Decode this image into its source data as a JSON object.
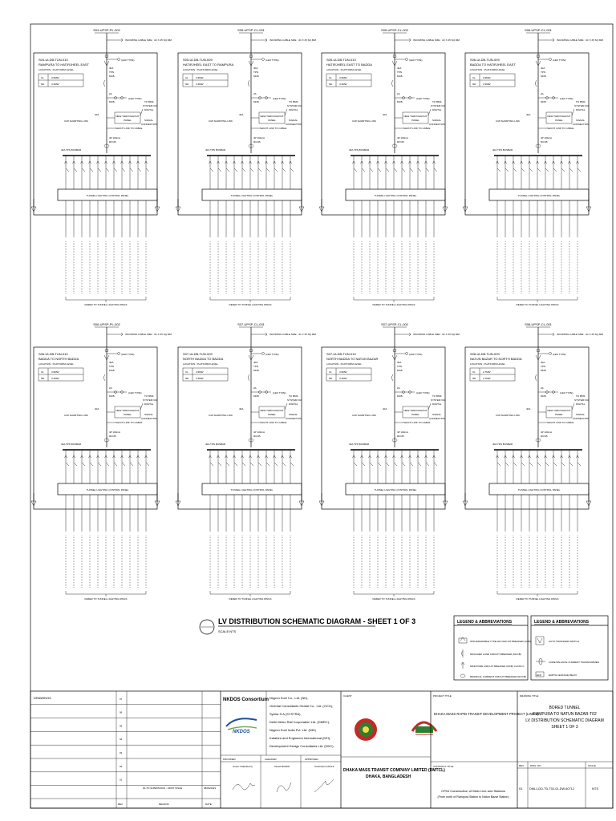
{
  "panels": [
    {
      "supply": "S04-UPSP-PL-002",
      "db": "S04-ULDB-TUN-010",
      "route": "RAMPURA TO HATIRJHEEL EAST",
      "cl": "3.9MW",
      "nd": "3.3MW"
    },
    {
      "supply": "S05-UPSP-CL-001",
      "db": "S05-ULDB-TUN-009",
      "route": "HATIRJHEEL EAST TO RAMPURA",
      "cl": "3.9MW",
      "nd": "3.3MW"
    },
    {
      "supply": "S05-UPSP-CL-002",
      "db": "S05-ULDB-TUN-010",
      "route": "HATIRJHEEL EAST TO BADDA",
      "cl": "3.9MW",
      "nd": "3.3MW"
    },
    {
      "supply": "S06-UPSP-CL-001",
      "db": "S06-ULDB-TUN-009",
      "route": "BADDA TO HATIRJHEEL EAST",
      "cl": "3.9MW",
      "nd": "3.3MW"
    },
    {
      "supply": "S06-UPSP-PL-002",
      "db": "S06-ULDB-TUN-010",
      "route": "BADDA TO NORTH BADDA",
      "cl": "3.9MW",
      "nd": "3.3MW"
    },
    {
      "supply": "S07-UPSP-CL-001",
      "db": "S07-ULDB-TUN-009",
      "route": "NORTH BADDA TO BADDA",
      "cl": "3.9MW",
      "nd": "3.3MW"
    },
    {
      "supply": "S07-UPSP-CL-002",
      "db": "S07-ULDB-TUN-010",
      "route": "NORTH BADDA TO NATUN BAZAR",
      "cl": "3.9MW",
      "nd": "3.3MW"
    },
    {
      "supply": "S08-UPSP-CL-001",
      "db": "S08-ULDB-TUN-009",
      "route": "NATUN BAZAR TO NORTH BADDA",
      "cl": "2.7MW",
      "nd": "2.7MW"
    }
  ],
  "panel_text": {
    "incoming_cable": "INCOMING CABLE SIZE : 4C X 25 SQ.MM",
    "location": "LOCATION : PLATFORM LEVEL",
    "cl_label": "CL",
    "nd_label": "ND",
    "led": "(LED TYPE)",
    "rating_40a": "40A",
    "rating_tpn": "TPN",
    "rating_mcb": "MCB",
    "rating_2a": "2A",
    "rating_mcb2": "MCB",
    "to_bms": "TO BMS",
    "system_via": "SYSTEM VIA",
    "digital": "DIGITAL",
    "signal": "SIGNAL",
    "connection": "CONNECTION",
    "sw_panel": "NEW THROUGHOUT",
    "sw_panel2": "PANEL",
    "shorting": "C/W SHORTING LINK",
    "pgnd": "40A",
    "shunt": "SHUNT LINK TO CABLE",
    "rccb1": "4P 100mA",
    "rccb2": "RCCB",
    "busbar": "40A TPN BUSBAR",
    "control_panel": "TUNNEL LIGHTING CONTROL PANEL",
    "refer": "REFER TO TUNNEL LIGHTING DWGS"
  },
  "title": {
    "main": "LV DISTRIBUTION SCHEMATIC DIAGRAM - SHEET 1 OF 3",
    "scale": "SCALE:NTS"
  },
  "legend1": {
    "heading": "LEGEND & ABBREVIATIONS",
    "items": [
      "WITHDRAWABLE TYPE AIR CIRCUIT BREAKER (ACB)",
      "MOULDED CASE CIRCUIT BREAKER (MCCB)",
      "MINIATURE CIRCUIT BREAKER (MCB) CLASS C",
      "RESIDUAL CURRENT CIRCUIT BREAKER (RCCB)"
    ]
  },
  "legend2": {
    "heading": "LEGEND & ABBREVIATIONS",
    "items": [
      "AUTO TRANSFER SWITCH",
      "CORE BALANCE CURRENT TRANSFORMER",
      "EARTH LEAKAGE RELAY"
    ],
    "elr": "ELR"
  },
  "titleblock": {
    "drawings": "DRAWINGS",
    "rev_nums": [
      "07",
      "06",
      "05",
      "04",
      "03",
      "02",
      "01"
    ],
    "rev1_reason": "00-TO SUBMISSION - FIRST ISSUE",
    "rev1_date": "08/06/2023",
    "rev_hdr": "REV",
    "reason_hdr": "REASON",
    "date_hdr": "DATE",
    "consortium": "NKDOS Consortium",
    "members": [
      "Nippon Koei Co., Ltd. (NK),",
      "Oriental Consultants Global Co., Ltd. (OCG),",
      "Systra S.A (SYSTRA),",
      "Delhi Metro Rail Corporation Ltd. (DMRC),",
      "Nippon Koei India Pvt. Ltd. (NKI)",
      "Katahira and Engineers International (KEI),",
      "Development Design Consultants Ltd. (DDC)."
    ],
    "logo_text": "NKDOS",
    "client_hdr": "CLIENT",
    "provided_hdr": "PROVIDED",
    "checked_hdr": "CHECKED",
    "approved_hdr": "APPROVED",
    "provided": "Arnav Chakraborty",
    "checked": "Tausif MOMIN",
    "approved": "Toshinobu KAICHI",
    "client_name": "DHAKA MASS TRANSIT COMPANY LIMITED (DMTCL)",
    "client_city": "DHAKA, BANGLADESH",
    "project_hdr": "PROJECT TITLE",
    "project": "DHAKA MASS RAPID TRANSIT DEVELOPMENT PROJECT (LINE-1)",
    "drawing_hdr": "DRAWING TITLE",
    "drawing_l1": "BORED TUNNEL",
    "drawing_l2": "RAMPURA TO NATUN BAZAR-T02",
    "drawing_l3": "LV DISTRIBUTION SCHEMATIC DIAGRAM",
    "drawing_l4": "SHEET 1 OF 3",
    "contract_hdr": "CONTRACT TITLE",
    "contract_l1": "CP04 Construction of Main Line and Stations",
    "contract_l2": "(From north of Rampura Station to Natun Bazar Station)",
    "rev_col": "REV",
    "dwg_col": "DWG. NO.",
    "scale_col": "SCALE",
    "rev_val": "01",
    "dwg_val": "DML1-DD-TD-T02-01-DW-60712",
    "scale_val": "NTS"
  }
}
